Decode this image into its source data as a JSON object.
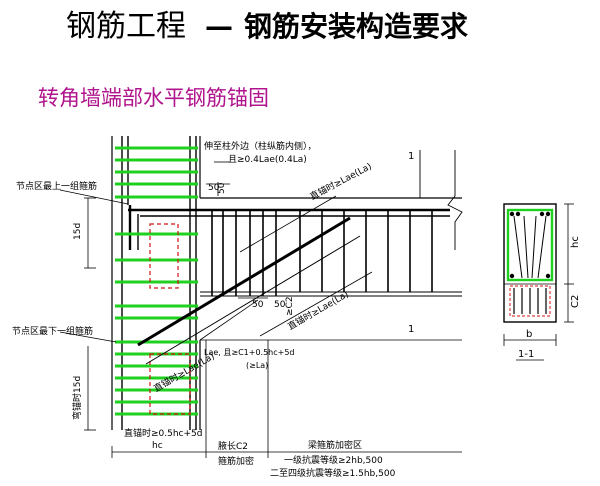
{
  "header": {
    "title_main": "钢筋工程",
    "title_dash": "—",
    "title_sub": "钢筋安装构造要求",
    "subtitle": "转角墙端部水平钢筋锚固"
  },
  "labels": {
    "extend_note": "伸至柱外边（柱纵筋内侧），",
    "extend_note2": "且≥0.4Lae(0.4La)",
    "top_hoop": "节点区最上一组箍筋",
    "bottom_hoop": "节点区最下一组箍筋",
    "dim_50_top": "50",
    "dim_50_top_v": "50",
    "dim_15d_left": "15d",
    "mark_1_top": "1",
    "mark_1_mid": "1",
    "straight_anchor_upper": "直锚时≥Lae(La)",
    "bent_anchor_mid": "直锚时≥Lae(La)",
    "dim_50_a": "50",
    "dim_50_b": "50",
    "dim_lae_frac": "≥C2",
    "lae_bottom": "Lae,  且≥C1+0.5hc+5d",
    "la_bottom": "(≥La)",
    "bent_anchor_low": "直锚时≥Lae(La)",
    "bend_15d": "弯锚时15d",
    "straight_anchor": "直锚时≥0.5hc+5d",
    "hc_dim": "hc",
    "haunch": "腋长C2",
    "stirrup_dense": "箍筋加密",
    "beam_dense": "梁箍筋加密区",
    "grade1": "一级抗震等级≥2hb,500",
    "grade2": "二至四级抗震等级≥1.5hb,500"
  },
  "section": {
    "hc": "hc",
    "c2": "C2",
    "b": "b",
    "caption": "1-1"
  },
  "colors": {
    "title": "#000000",
    "subtitle": "#b0148c",
    "rebar": "#000000",
    "stirrup": "#1fd11f",
    "dash_red": "#d21414",
    "outline": "#000000"
  }
}
